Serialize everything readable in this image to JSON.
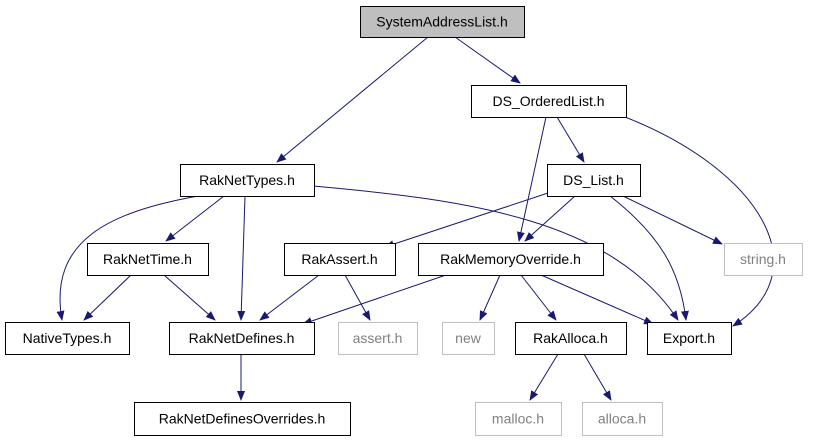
{
  "diagram": {
    "nodes": [
      {
        "id": "system-address-list",
        "label": "SystemAddressList.h",
        "kind": "root"
      },
      {
        "id": "ds-ordered-list",
        "label": "DS_OrderedList.h",
        "kind": "header"
      },
      {
        "id": "raknet-types",
        "label": "RakNetTypes.h",
        "kind": "header"
      },
      {
        "id": "ds-list",
        "label": "DS_List.h",
        "kind": "header"
      },
      {
        "id": "raknet-time",
        "label": "RakNetTime.h",
        "kind": "header"
      },
      {
        "id": "rak-assert",
        "label": "RakAssert.h",
        "kind": "header"
      },
      {
        "id": "rak-memory-override",
        "label": "RakMemoryOverride.h",
        "kind": "header"
      },
      {
        "id": "string-h",
        "label": "string.h",
        "kind": "system"
      },
      {
        "id": "native-types",
        "label": "NativeTypes.h",
        "kind": "header"
      },
      {
        "id": "raknet-defines",
        "label": "RakNetDefines.h",
        "kind": "header"
      },
      {
        "id": "assert-h",
        "label": "assert.h",
        "kind": "system"
      },
      {
        "id": "new-h",
        "label": "new",
        "kind": "system"
      },
      {
        "id": "rak-alloca",
        "label": "RakAlloca.h",
        "kind": "header"
      },
      {
        "id": "export-h",
        "label": "Export.h",
        "kind": "header"
      },
      {
        "id": "raknet-defines-overrides",
        "label": "RakNetDefinesOverrides.h",
        "kind": "header"
      },
      {
        "id": "malloc-h",
        "label": "malloc.h",
        "kind": "system"
      },
      {
        "id": "alloca-h",
        "label": "alloca.h",
        "kind": "system"
      }
    ],
    "edges": [
      [
        "system-address-list",
        "raknet-types"
      ],
      [
        "system-address-list",
        "ds-ordered-list"
      ],
      [
        "ds-ordered-list",
        "ds-list"
      ],
      [
        "ds-ordered-list",
        "rak-memory-override"
      ],
      [
        "ds-ordered-list",
        "export-h"
      ],
      [
        "raknet-types",
        "native-types"
      ],
      [
        "raknet-types",
        "raknet-time"
      ],
      [
        "raknet-types",
        "raknet-defines"
      ],
      [
        "raknet-types",
        "export-h"
      ],
      [
        "ds-list",
        "rak-assert"
      ],
      [
        "ds-list",
        "rak-memory-override"
      ],
      [
        "ds-list",
        "export-h"
      ],
      [
        "ds-list",
        "string-h"
      ],
      [
        "raknet-time",
        "native-types"
      ],
      [
        "raknet-time",
        "raknet-defines"
      ],
      [
        "rak-assert",
        "raknet-defines"
      ],
      [
        "rak-assert",
        "assert-h"
      ],
      [
        "rak-memory-override",
        "raknet-defines"
      ],
      [
        "rak-memory-override",
        "new-h"
      ],
      [
        "rak-memory-override",
        "rak-alloca"
      ],
      [
        "rak-memory-override",
        "export-h"
      ],
      [
        "raknet-defines",
        "raknet-defines-overrides"
      ],
      [
        "rak-alloca",
        "malloc-h"
      ],
      [
        "rak-alloca",
        "alloca-h"
      ]
    ],
    "colors": {
      "edge": "#191970",
      "root_fill": "#bfbfbf",
      "node_border": "#000000",
      "system_border": "#bfbfbf",
      "system_text": "#808080",
      "text": "#000000"
    }
  }
}
